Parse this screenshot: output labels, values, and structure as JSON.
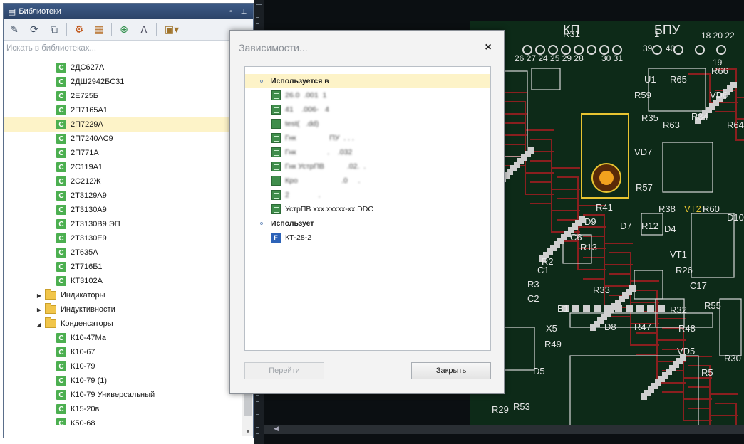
{
  "library_panel": {
    "title": "Библиотеки",
    "header_buttons": [
      "▫",
      "⊥"
    ],
    "search": {
      "placeholder": "Искать в библиотеках...",
      "value": ""
    },
    "toolbar_icons": [
      "pencil-icon",
      "refresh-icon",
      "copy-icon",
      "component-icon",
      "library-icon",
      "add-pin-icon",
      "text-tool-icon",
      "package-dropdown-icon"
    ],
    "tree": [
      {
        "label": "2ДС627А",
        "icon": "C",
        "level": 2
      },
      {
        "label": "2ДШ2942БС31",
        "icon": "C",
        "level": 2
      },
      {
        "label": "2Е725Б",
        "icon": "C",
        "level": 2
      },
      {
        "label": "2П7165А1",
        "icon": "C",
        "level": 2
      },
      {
        "label": "2П7229А",
        "icon": "C",
        "level": 2,
        "selected": true
      },
      {
        "label": "2П7240АС9",
        "icon": "C",
        "level": 2
      },
      {
        "label": "2П771А",
        "icon": "C",
        "level": 2
      },
      {
        "label": "2С119А1",
        "icon": "C",
        "level": 2
      },
      {
        "label": "2С212Ж",
        "icon": "C",
        "level": 2
      },
      {
        "label": "2Т3129А9",
        "icon": "C",
        "level": 2
      },
      {
        "label": "2Т3130А9",
        "icon": "C",
        "level": 2
      },
      {
        "label": "2Т3130В9 ЭП",
        "icon": "C",
        "level": 2
      },
      {
        "label": "2Т3130Е9",
        "icon": "C",
        "level": 2
      },
      {
        "label": "2Т635А",
        "icon": "C",
        "level": 2
      },
      {
        "label": "2Т716Б1",
        "icon": "C",
        "level": 2
      },
      {
        "label": "КТ3102А",
        "icon": "C",
        "level": 2
      },
      {
        "label": "Индикаторы",
        "icon": "folder",
        "level": 1,
        "arrow": "▶"
      },
      {
        "label": "Индуктивности",
        "icon": "folder",
        "level": 1,
        "arrow": "▶"
      },
      {
        "label": "Конденсаторы",
        "icon": "folder",
        "level": 1,
        "arrow": "◢"
      },
      {
        "label": "К10-47Ма",
        "icon": "C",
        "level": 2
      },
      {
        "label": "К10-67",
        "icon": "C",
        "level": 2
      },
      {
        "label": "К10-79",
        "icon": "C",
        "level": 2
      },
      {
        "label": "К10-79 (1)",
        "icon": "C",
        "level": 2
      },
      {
        "label": "К10-79 Универсальный",
        "icon": "C",
        "level": 2
      },
      {
        "label": "К15-20в",
        "icon": "C",
        "level": 2
      },
      {
        "label": "К50-68",
        "icon": "C",
        "level": 2
      }
    ]
  },
  "pcb_labels": {
    "top": [
      "КП",
      "БПУ",
      "18 20 22",
      "26 27 24 25 29 28",
      "30 31",
      "39",
      "40",
      "19"
    ],
    "components": [
      "U1",
      "R65",
      "R66",
      "R59",
      "VD6",
      "R34",
      "R35",
      "R63",
      "R64",
      "VD7",
      "R57",
      "R41",
      "R38",
      "VT2",
      "R60",
      "D10",
      "D9",
      "D7",
      "R12",
      "D4",
      "C6",
      "R13",
      "R2",
      "VT1",
      "C1",
      "R26",
      "R3",
      "C2",
      "R33",
      "C17",
      "R32",
      "R55",
      "X5",
      "D8",
      "R47",
      "R48",
      "R49",
      "VD5",
      "R30",
      "D5",
      "R5",
      "R29",
      "R53",
      "B1",
      "R31",
      "1"
    ]
  },
  "dialog": {
    "title": "Зависимости...",
    "close_glyph": "×",
    "groups": [
      {
        "label": "Используется в",
        "items": [
          {
            "label": "26.0  .001  1",
            "obscured": true
          },
          {
            "label": "41    .006-   4",
            "obscured": true
          },
          {
            "label": "test(   .dd)",
            "obscured": true
          },
          {
            "label": "Гнк                ПУ  . . .",
            "obscured": true
          },
          {
            "label": "Гнк               .    .032",
            "obscured": true
          },
          {
            "label": "Гнк УстрПВ           .02.  .",
            "obscured": true
          },
          {
            "label": "Кро                     .0     .",
            "obscured": true
          },
          {
            "label": "2              .",
            "obscured": true
          },
          {
            "label": "УстрПВ xxx.xxxxx-xx.DDC",
            "obscured": false
          }
        ]
      },
      {
        "label": "Использует",
        "items": [
          {
            "label": "КТ-28-2",
            "obscured": false,
            "icon": "F"
          }
        ]
      }
    ],
    "buttons": {
      "goto": "Перейти",
      "close": "Закрыть"
    }
  }
}
